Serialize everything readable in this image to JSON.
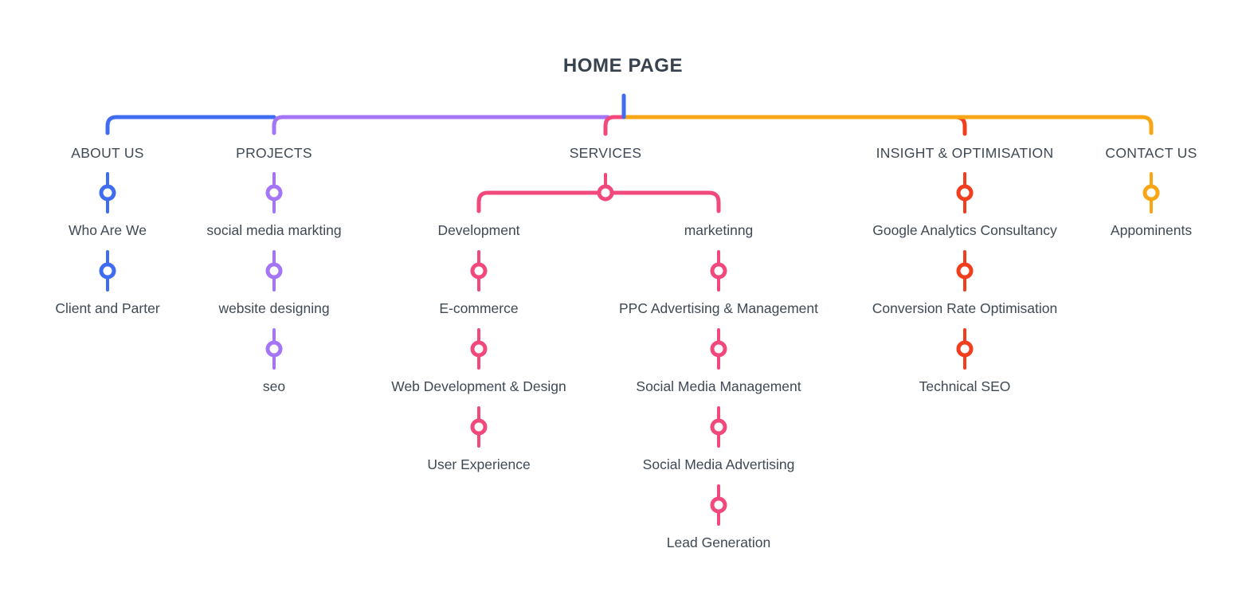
{
  "title": "HOME PAGE",
  "colors": {
    "about": "#3F6CF1",
    "projects": "#A475F4",
    "services": "#F2497D",
    "insight": "#F23E1E",
    "contact": "#F8A615",
    "text": "#3F4954",
    "title_text": "#37424E"
  },
  "sitemap": {
    "branches": [
      {
        "label": "ABOUT US",
        "children": [
          "Who Are We",
          "Client and Parter"
        ]
      },
      {
        "label": "PROJECTS",
        "children": [
          "social media markting",
          "website designing",
          "seo"
        ]
      },
      {
        "label": "SERVICES",
        "children": [
          {
            "label": "Development",
            "children": [
              "E-commerce",
              "Web Development & Design",
              "User Experience"
            ]
          },
          {
            "label": "marketinng",
            "children": [
              "PPC Advertising & Management",
              "Social Media Management",
              "Social Media Advertising",
              "Lead Generation"
            ]
          }
        ]
      },
      {
        "label": "INSIGHT & OPTIMISATION",
        "children": [
          "Google Analytics Consultancy",
          "Conversion Rate Optimisation",
          "Technical SEO"
        ]
      },
      {
        "label": "CONTACT US",
        "children": [
          "Appominents"
        ]
      }
    ]
  }
}
